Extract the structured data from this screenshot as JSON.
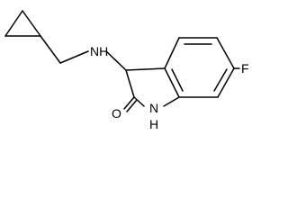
{
  "molecule": {
    "atoms": {
      "nh_amine": "NH",
      "fluorine": "F",
      "oxygen": "O",
      "nh_lactam_n": "N",
      "nh_lactam_h": "H"
    }
  }
}
